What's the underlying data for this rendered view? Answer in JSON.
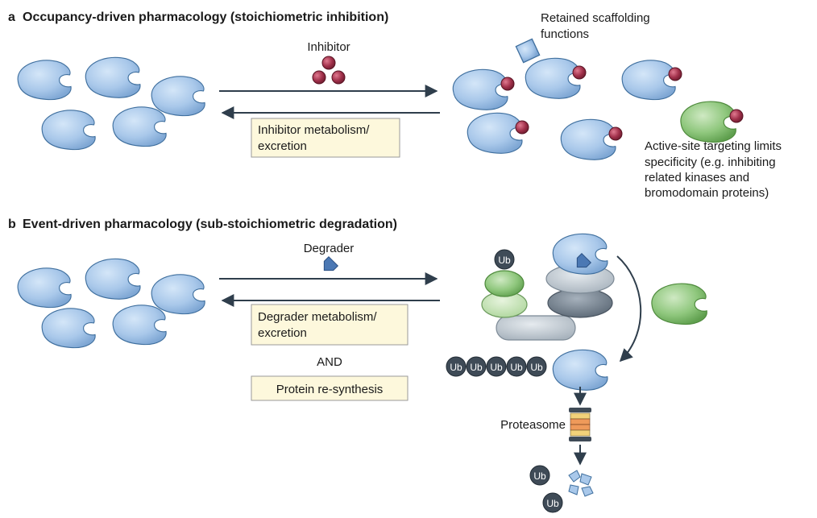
{
  "panel_a": {
    "letter": "a",
    "title": "Occupancy-driven pharmacology (stoichiometric inhibition)",
    "inhibitor_label": "Inhibitor",
    "reverse_box_line1": "Inhibitor metabolism/",
    "reverse_box_line2": "excretion",
    "scaffold_line1": "Retained scaffolding",
    "scaffold_line2": "functions",
    "specificity_lines": [
      "Active-site targeting limits",
      "specificity (e.g. inhibiting",
      "related kinases and",
      "bromodomain proteins)"
    ]
  },
  "panel_b": {
    "letter": "b",
    "title": "Event-driven pharmacology (sub-stoichiometric degradation)",
    "degrader_label": "Degrader",
    "reverse_box_line1": "Degrader metabolism/",
    "reverse_box_line2": "excretion",
    "and_label": "AND",
    "resynthesis_label": "Protein re-synthesis",
    "ub_label": "Ub",
    "proteasome_label": "Proteasome"
  },
  "colors": {
    "protein_blue": "#a9c8ea",
    "protein_green": "#8fc77d",
    "inhibitor_red": "#a0304a",
    "box_fill": "#fdf8dc",
    "ub_dark": "#3f4b57"
  }
}
